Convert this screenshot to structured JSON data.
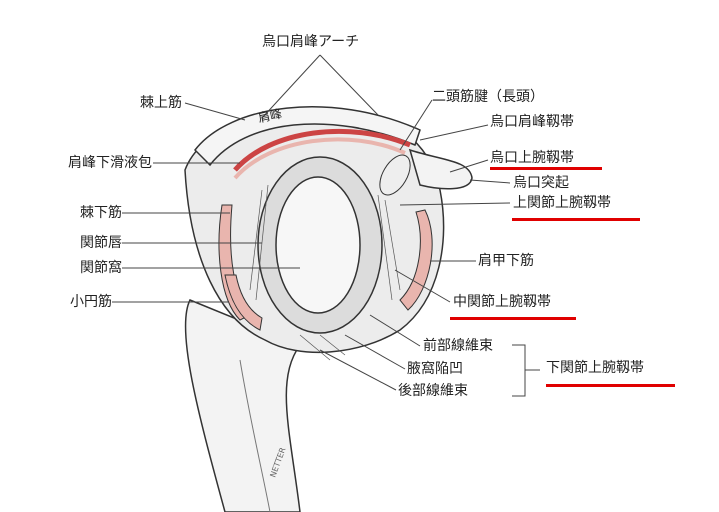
{
  "title": "烏口肩峰アーチ",
  "labels": {
    "supraspinatus": "棘上筋",
    "acromion": "肩峰",
    "biceps_tendon": "二頭筋腱（長頭）",
    "coracoacromial_lig": "烏口肩峰靱帯",
    "subacromial_bursa": "肩峰下滑液包",
    "coracohumeral_lig": "烏口上腕靱帯",
    "coracoid": "烏口突起",
    "infraspinatus": "棘下筋",
    "superior_ghl": "上関節上腕靱帯",
    "labrum": "関節唇",
    "glenoid": "関節窩",
    "subscapularis": "肩甲下筋",
    "teres_minor": "小円筋",
    "middle_ghl": "中関節上腕靱帯",
    "anterior_band": "前部線維束",
    "axillary_pouch": "腋窩陥凹",
    "posterior_band": "後部線維束",
    "inferior_ghl": "下関節上腕靱帯"
  },
  "signature": "NETTER",
  "colors": {
    "highlight": "#e00000",
    "muscle": "#e9b5ae",
    "line": "#333333"
  }
}
